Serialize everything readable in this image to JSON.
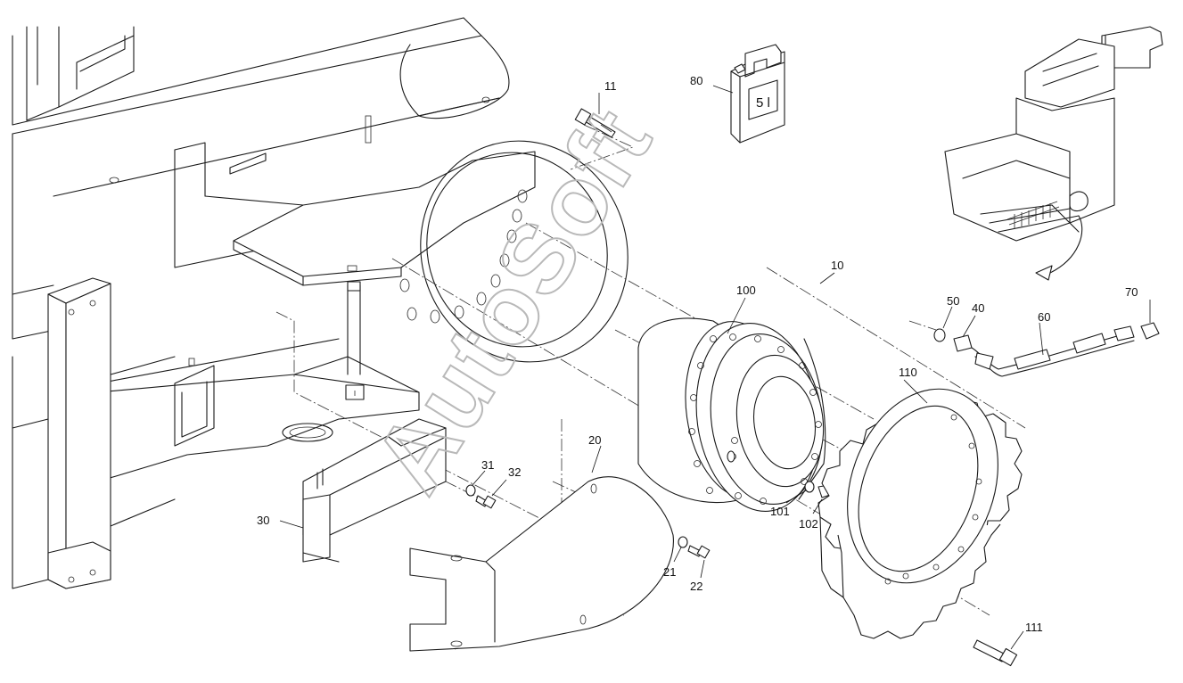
{
  "diagram": {
    "watermark": "AutoSoft",
    "oil_can_label": "5 l",
    "callouts": {
      "c10": "10",
      "c11": "11",
      "c20": "20",
      "c21": "21",
      "c22": "22",
      "c30": "30",
      "c31": "31",
      "c32": "32",
      "c40": "40",
      "c50": "50",
      "c60": "60",
      "c70": "70",
      "c80": "80",
      "c100": "100",
      "c101": "101",
      "c102": "102",
      "c110": "110",
      "c111": "111"
    }
  }
}
